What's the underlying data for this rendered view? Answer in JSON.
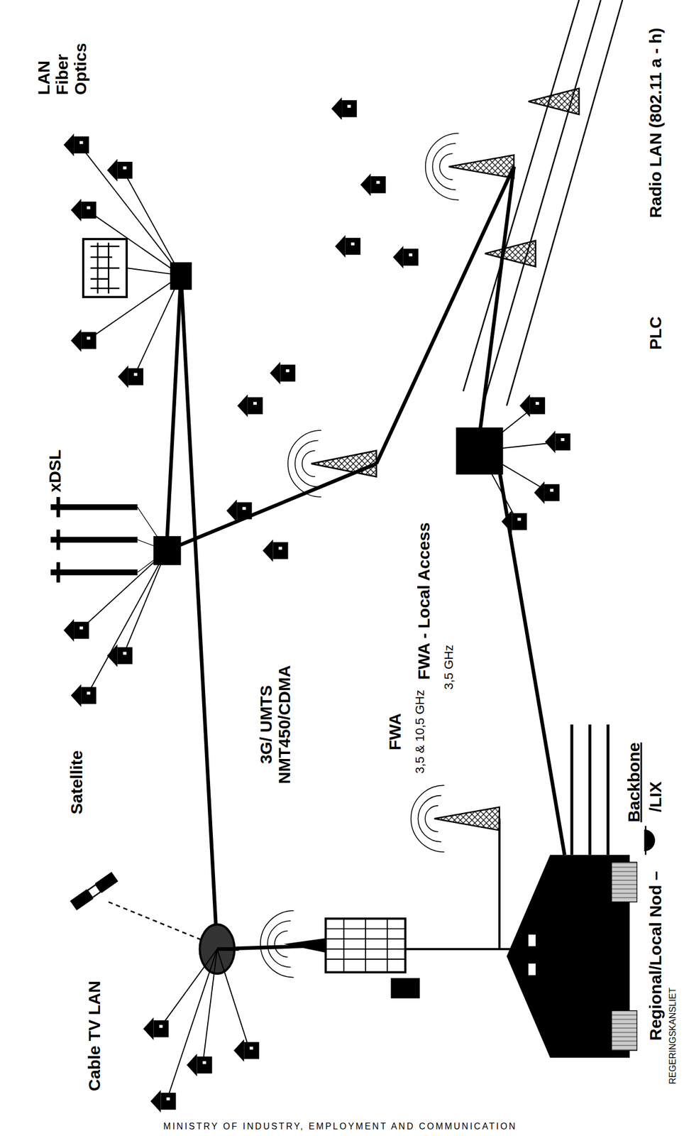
{
  "diagram": {
    "labels": [
      "LAN Fiber Optics",
      "xDSL",
      "Radio LAN (802.11 a - h)",
      "PLC",
      "FWA - Local Access",
      "3,5 GHz",
      "Satellite",
      "Cable TV LAN",
      "3G/ UMTS NMT450/CDMA",
      "FWA",
      "3,5 & 10,5 GHz",
      "Backbone",
      "Regional/Local Nod –",
      "/LIX",
      "REGERINGSKANSLIET",
      "MINISTRY OF INDUSTRY, EMPLOYMENT AND COMMUNICATION"
    ]
  }
}
